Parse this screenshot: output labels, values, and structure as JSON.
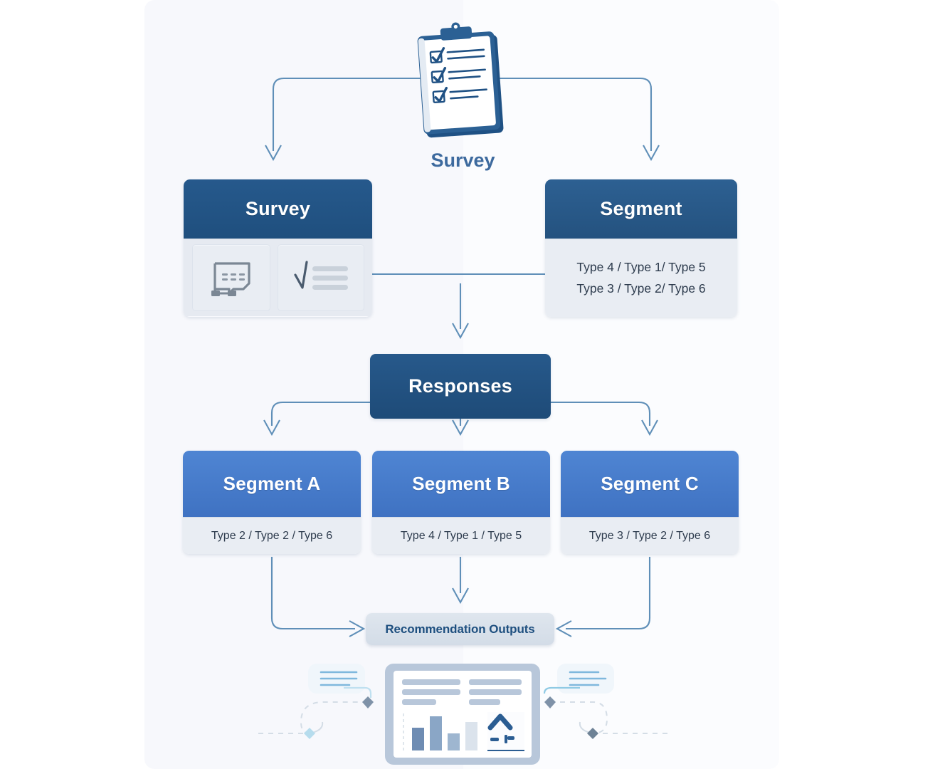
{
  "diagram": {
    "title_caption": "Survey",
    "nodes": {
      "survey_card": {
        "header": "Survey",
        "icons": [
          "form-bubble-icon",
          "checklist-icon"
        ]
      },
      "segment_card": {
        "header": "Segment",
        "lines": [
          "Type 4 / Type 1/ Type 5",
          "Type 3 / Type 2/ Type 6"
        ]
      },
      "responses_card": {
        "header": "Responses"
      },
      "segment_a": {
        "header": "Segment A",
        "lines": [
          "Type 2 / Type 2 / Type 6"
        ]
      },
      "segment_b": {
        "header": "Segment B",
        "lines": [
          "Type 4 / Type 1 / Type 5"
        ]
      },
      "segment_c": {
        "header": "Segment C",
        "lines": [
          "Type 3 / Type 2 / Type 6"
        ]
      },
      "recommendation_outputs": {
        "label": "Recommendation Outputs"
      }
    },
    "colors": {
      "canvas_bg": "#f7f8fc",
      "dark_blue_header": "#235585",
      "light_blue_header": "#4a7fd0",
      "body_grey": "#e9edf3",
      "connector_line": "#5c8cb5",
      "caption_text": "#3d6a9e",
      "reco_text": "#1e4f7f",
      "type_text": "#2d3b4d"
    }
  }
}
